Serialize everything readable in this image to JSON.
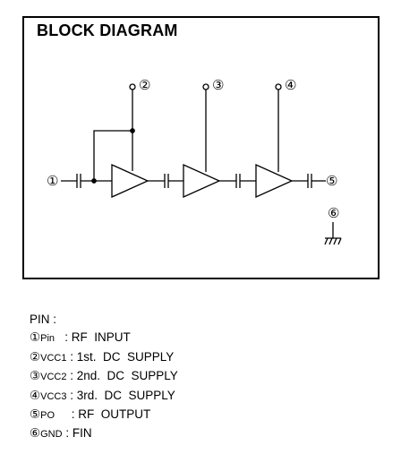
{
  "diagram": {
    "title": "BLOCK DIAGRAM",
    "pin_markers": [
      "①",
      "②",
      "③",
      "④",
      "⑤",
      "⑥"
    ]
  },
  "pins": {
    "header": "PIN :",
    "rows": [
      {
        "num": "①",
        "label": "Pin",
        "colon": "   :",
        "desc": " RF  INPUT"
      },
      {
        "num": "②",
        "label": "VCC1",
        "colon": " :",
        "desc": " 1st.  DC  SUPPLY"
      },
      {
        "num": "③",
        "label": "VCC2",
        "colon": " :",
        "desc": " 2nd.  DC  SUPPLY"
      },
      {
        "num": "④",
        "label": "VCC3",
        "colon": " :",
        "desc": " 3rd.  DC  SUPPLY"
      },
      {
        "num": "⑤",
        "label": "PO",
        "colon": "     :",
        "desc": " RF  OUTPUT"
      },
      {
        "num": "⑥",
        "label": "GND",
        "colon": " :",
        "desc": " FIN"
      }
    ]
  }
}
